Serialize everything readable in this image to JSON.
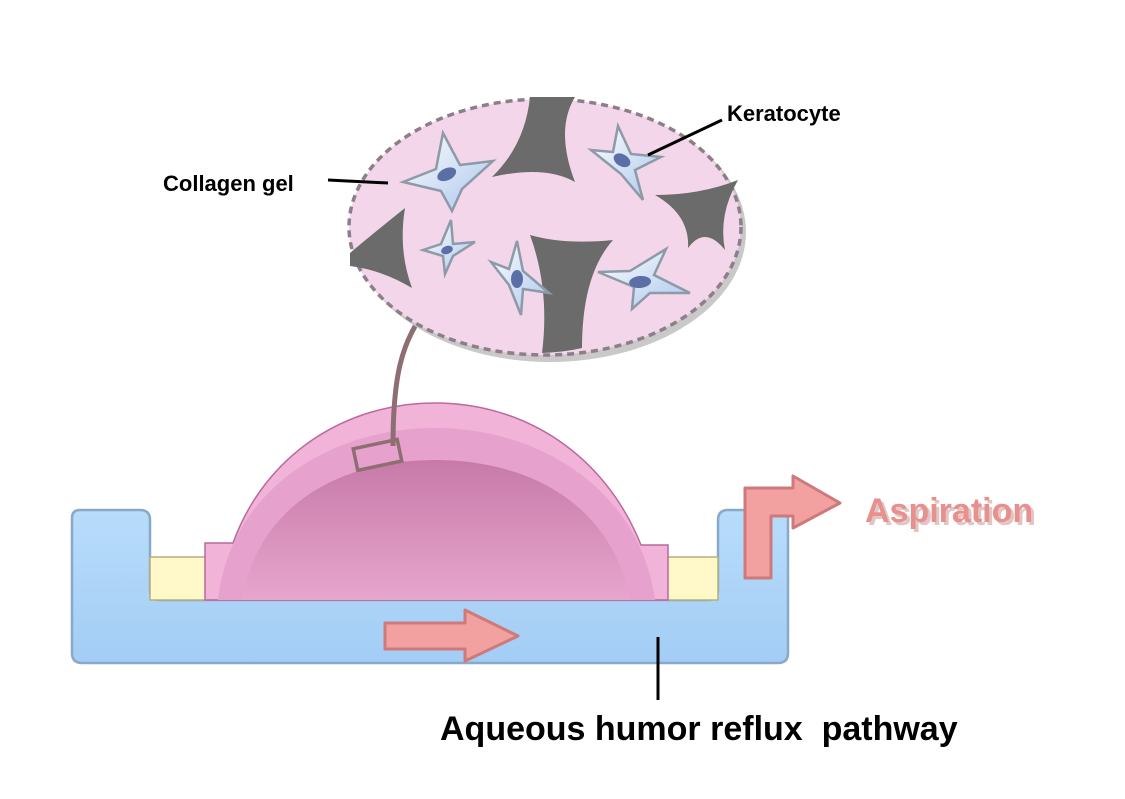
{
  "labels": {
    "collagen_gel": "Collagen gel",
    "keratocyte": "Keratocyte",
    "aspiration": "Aspiration",
    "pathway": "Aqueous humor reflux  pathway"
  },
  "colors": {
    "collagen_fill": "#f3d6ea",
    "keratocyte_fill": "#dce8f7",
    "keratocyte_nucleus": "#5b6fa6",
    "dark_tissue": "#6b6b6b",
    "dish_fill": "#aad2f7",
    "dish_stroke": "#8aa9c8",
    "medium_fill": "#fff8c8",
    "cornea_outer": "#f2b3d9",
    "cornea_inner": "#cf86b4",
    "flow_arrow": "#f2a0a0",
    "aspiration_text": "#e8908e",
    "zoom_arrow": "#8e6e72"
  }
}
